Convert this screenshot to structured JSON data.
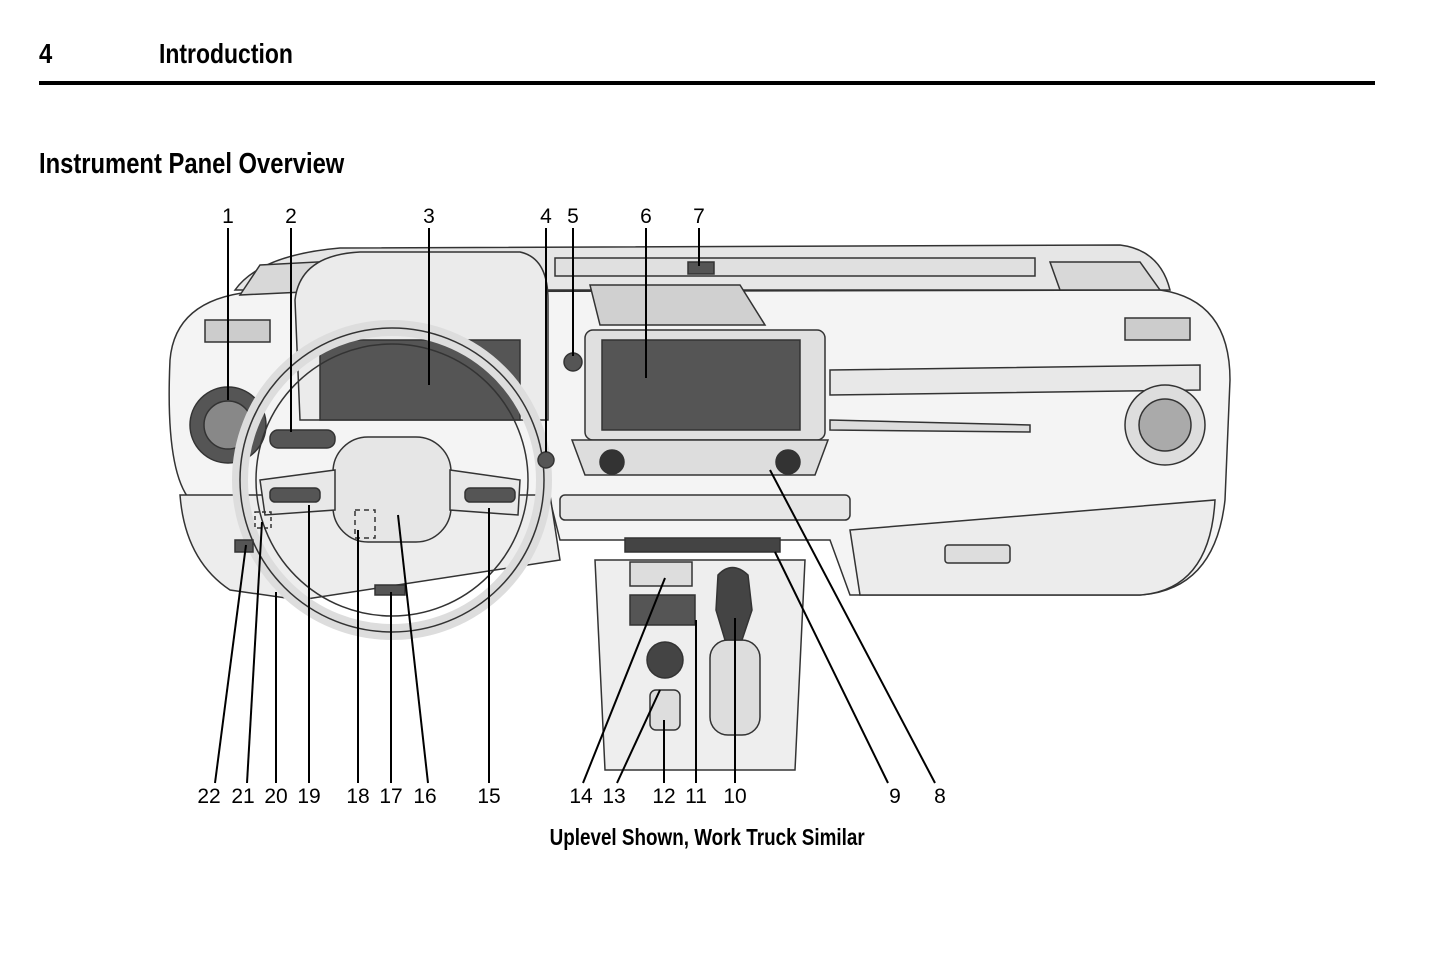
{
  "header": {
    "page_number": "4",
    "chapter": "Introduction"
  },
  "section_title": "Instrument Panel Overview",
  "figure": {
    "callouts_top": [
      "1",
      "2",
      "3",
      "4",
      "5",
      "6",
      "7"
    ],
    "callouts_bottom": [
      "22",
      "21",
      "20",
      "19",
      "18",
      "17",
      "16",
      "15",
      "14",
      "13",
      "12",
      "11",
      "10",
      "9",
      "8"
    ],
    "caption": "Uplevel Shown, Work Truck Similar"
  }
}
